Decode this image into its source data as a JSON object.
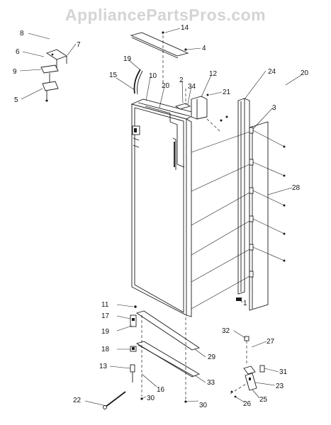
{
  "watermark": "AppliancePartsPros.com",
  "labels": [
    "8",
    "7",
    "6",
    "9",
    "5",
    "14",
    "4",
    "19",
    "15",
    "10",
    "2",
    "34",
    "12",
    "20",
    "21",
    "24",
    "20",
    "3",
    "28",
    "11",
    "17",
    "19",
    "18",
    "13",
    "22",
    "16",
    "29",
    "33",
    "30",
    "30",
    "32",
    "27",
    "31",
    "23",
    "25",
    "26",
    "1"
  ]
}
